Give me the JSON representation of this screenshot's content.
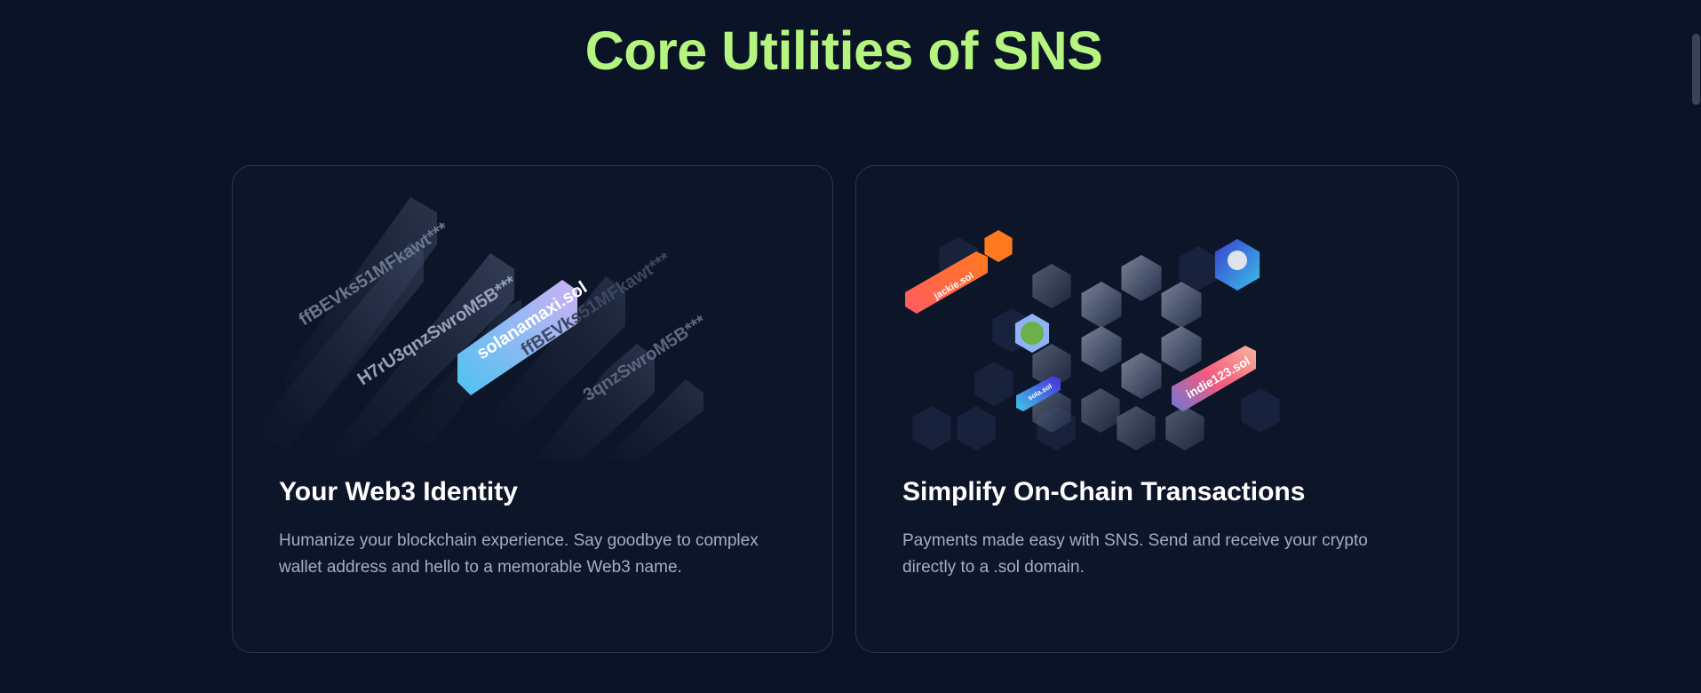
{
  "heading": "Core Utilities of SNS",
  "cards": [
    {
      "title": "Your Web3 Identity",
      "text": "Humanize your blockchain experience. Say goodbye to complex wallet address and hello to a memorable Web3 name.",
      "illustration": {
        "addresses": [
          "ffBEVks51MFkawt***",
          "H7rU3qnzSwroM5B***",
          "ffBEVks51MFkawt***",
          "3qnzSwroM5B***"
        ],
        "domain": "solanamaxi.sol"
      }
    },
    {
      "title": "Simplify On-Chain Transactions",
      "text": "Payments made easy with SNS. Send and receive your crypto directly to a .sol domain.",
      "illustration": {
        "tags": [
          "jackie.sol",
          "sola.sol",
          "indie123.sol"
        ]
      }
    }
  ],
  "colors": {
    "accent": "#b5f47e",
    "background": "#0b1427",
    "card_border": "#2b3548"
  }
}
